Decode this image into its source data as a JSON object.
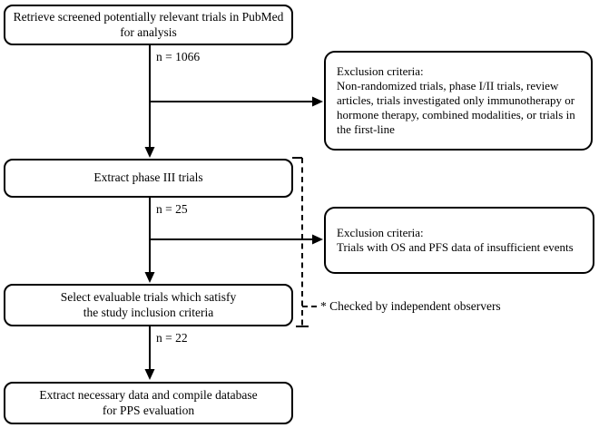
{
  "flowchart": {
    "colors": {
      "background": "#ffffff",
      "line": "#000000",
      "text": "#000000"
    },
    "steps": [
      {
        "text": "Retrieve screened potentially relevant trials in PubMed\nfor analysis"
      },
      {
        "text": "Extract phase III trials"
      },
      {
        "text": "Select evaluable trials which satisfy\nthe study inclusion criteria"
      },
      {
        "text": "Extract necessary data and compile database\nfor PPS evaluation"
      }
    ],
    "counts": [
      {
        "label": "n = 1066"
      },
      {
        "label": "n = 25"
      },
      {
        "label": "n = 22"
      }
    ],
    "exclusions": [
      {
        "title": "Exclusion criteria:",
        "body": "Non-randomized trials, phase I/II trials, review\narticles, trials investigated only immunotherapy or\nhormone therapy, combined modalities, or trials in\nthe first-line"
      },
      {
        "title": "Exclusion criteria:",
        "body": "Trials with OS and PFS data of insufficient events"
      }
    ],
    "note": "* Checked by independent observers"
  }
}
